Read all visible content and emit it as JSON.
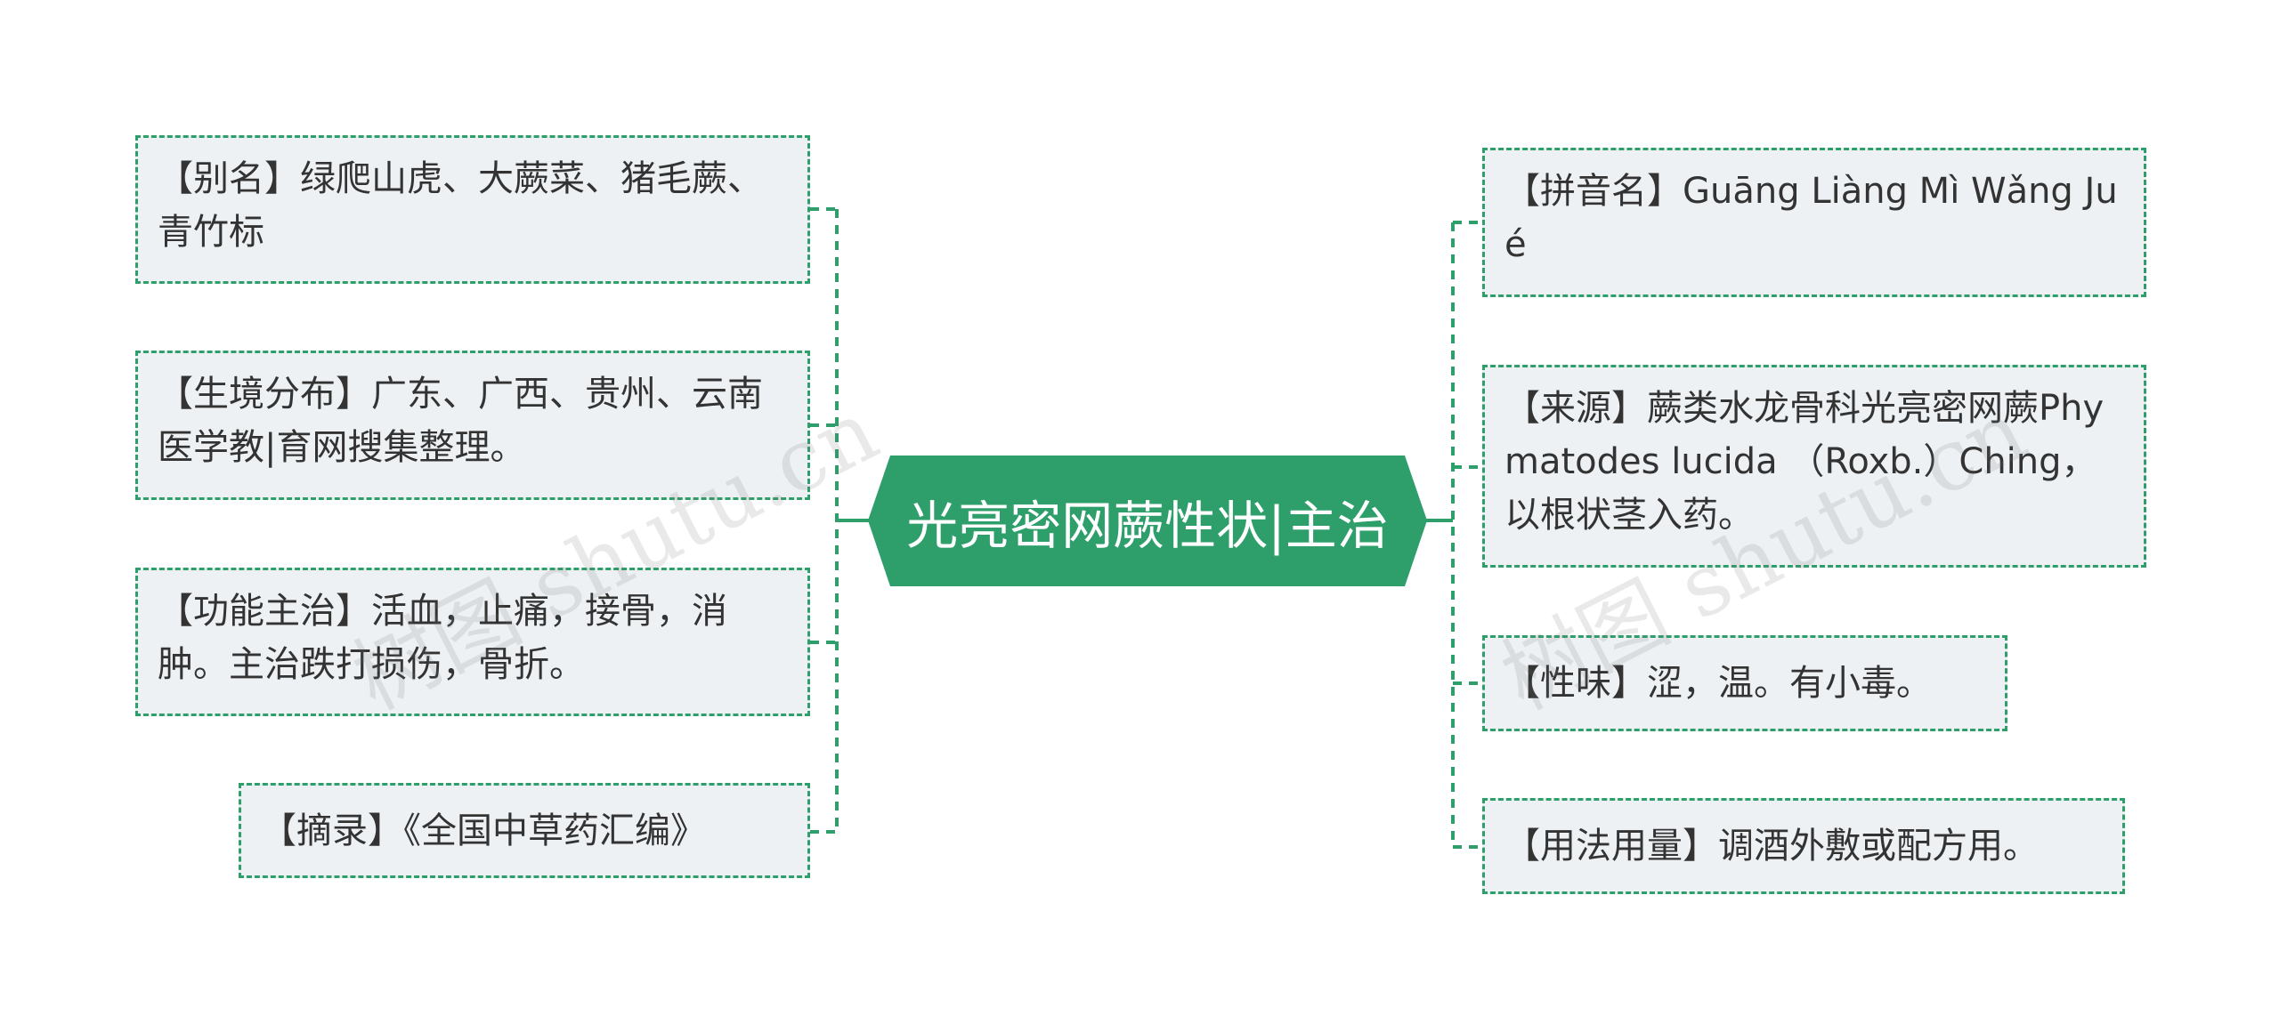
{
  "center": {
    "title": "光亮密网蕨性状|主治"
  },
  "left": [
    {
      "text": "【别名】绿爬山虎、大蕨菜、猪毛蕨、青竹标"
    },
    {
      "text": "【生境分布】广东、广西、贵州、云南医学教|育网搜集整理。"
    },
    {
      "text": "【功能主治】活血，止痛，接骨，消肿。主治跌打损伤，骨折。"
    },
    {
      "text": "【摘录】《全国中草药汇编》"
    }
  ],
  "right": [
    {
      "text": "【拼音名】Guāng Liàng Mì Wǎng Jué"
    },
    {
      "text": "【来源】蕨类水龙骨科光亮密网蕨Phymatodes lucida （Roxb.）Ching，以根状茎入药。"
    },
    {
      "text": "【性味】涩，温。有小毒。"
    },
    {
      "text": "【用法用量】调酒外敷或配方用。"
    }
  ],
  "watermark": {
    "text": "树图 shutu.cn"
  },
  "colors": {
    "accent": "#2e9e6b",
    "node_bg": "#eef1f4",
    "text": "#333333"
  }
}
